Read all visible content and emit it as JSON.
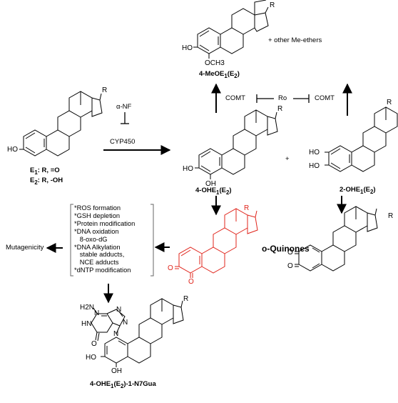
{
  "inhibitor_cyp": "α-NF",
  "enzyme_cyp": "CYP450",
  "estrogen_labels": {
    "e1_prefix": "E",
    "e1_sub": "1",
    "e1_suffix": ": R, =O",
    "e2_prefix": "E",
    "e2_sub": "2",
    "e2_suffix": ": R, -OH"
  },
  "metabolite_4ohe": {
    "pre": "4-OHE",
    "sub1": "1",
    "mid": "(E",
    "sub2": "2",
    "post": ")"
  },
  "metabolite_2ohe": {
    "pre": "2-OHE",
    "sub1": "1",
    "mid": "(E",
    "sub2": "2",
    "post": ")"
  },
  "methoxy_product": {
    "pre": "4-MeOE",
    "sub1": "1",
    "mid": "(E",
    "sub2": "2",
    "post": ")"
  },
  "adduct_product": {
    "pre": "4-OHE",
    "sub1": "1",
    "mid": "(E",
    "sub2": "2",
    "post": ")-1-N7Gua"
  },
  "other_ethers": "+ other Me-ethers",
  "comt_left": "COMT",
  "comt_right": "COMT",
  "ro_inhibitor": "Ro",
  "plus_sign": "+",
  "quinones_label": "o-Quinones",
  "outcome": "Mutagenicity",
  "effects": [
    "*ROS formation",
    "*GSH depletion",
    "*Protein modification",
    "*DNA oxidation",
    "   8-oxo-dG",
    "*DNA Alkylation",
    "   stable adducts,",
    "   NCE adducts",
    "*dNTP modification"
  ],
  "atoms": {
    "R": "R",
    "HO": "HO",
    "OH": "OH",
    "O": "O",
    "OCH3": "OCH3",
    "H2N": "H2N",
    "HN": "HN",
    "N": "N"
  },
  "colors": {
    "quinone": "#e0241b",
    "ink": "#000000"
  }
}
